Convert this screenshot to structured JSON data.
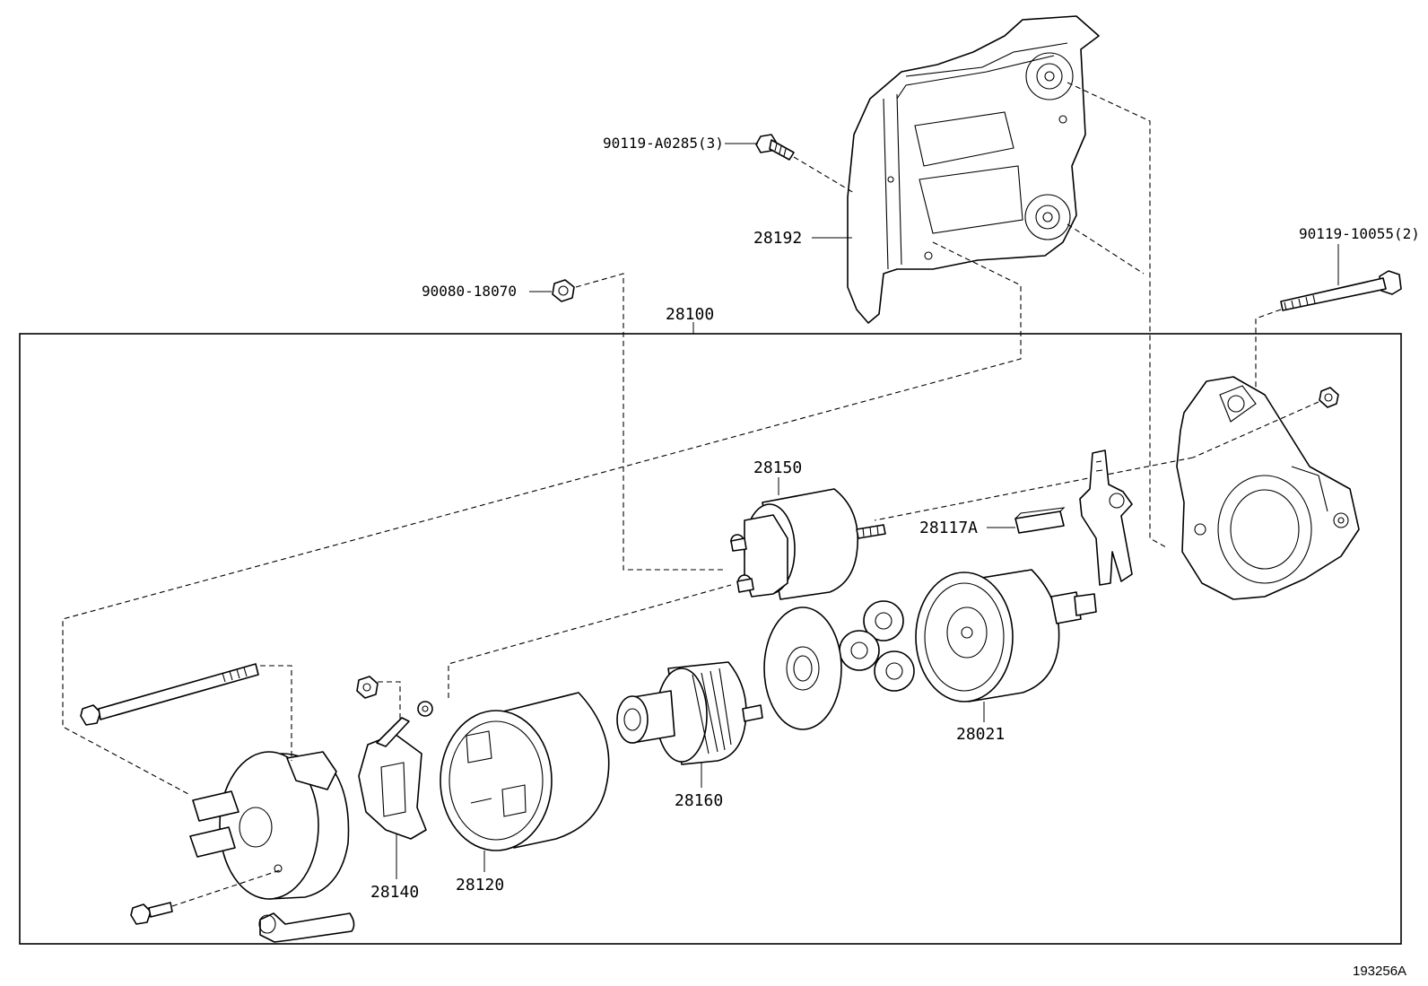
{
  "diagram_ref": "193256A",
  "assembly": {
    "number": "28100"
  },
  "callouts": {
    "bolt_top": "90119-A0285(3)",
    "cover": "28192",
    "nut": "90080-18070",
    "through_bolt": "90119-10055(2)",
    "solenoid": "28150",
    "switch_cover": "28117A",
    "clutch": "28021",
    "armature": "28160",
    "brush_holder": "28140",
    "yoke": "28120"
  }
}
